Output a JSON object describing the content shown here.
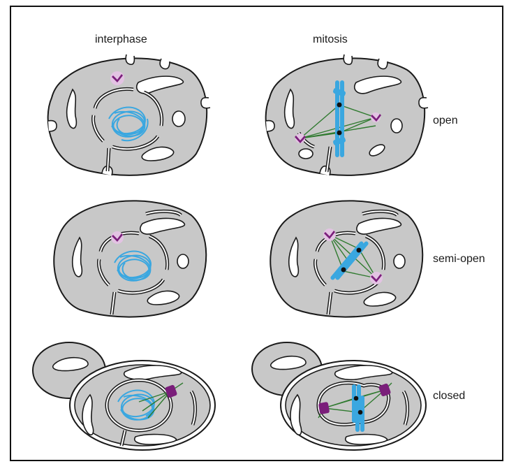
{
  "column_headers": [
    "interphase",
    "mitosis"
  ],
  "row_labels": [
    "open",
    "semi-open",
    "closed"
  ],
  "colors": {
    "cytoplasm": "#c8c8c8",
    "outline": "#1a1a1a",
    "chromatin": "#3aa7e0",
    "centrosome": "#7a1e7a",
    "centrosome_halo": "#e3c3e3",
    "spindle": "#2f7a2f",
    "kinetochore": "#111111",
    "organelle_fill": "#ffffff"
  },
  "icons": [
    "centrosome-icon",
    "spindle-icon",
    "chromatin-icon"
  ]
}
